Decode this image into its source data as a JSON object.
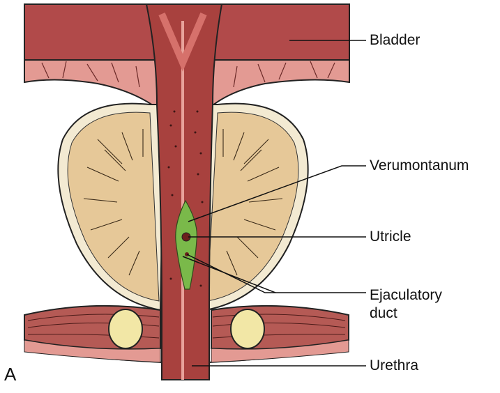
{
  "figure": {
    "panel_letter": "A",
    "labels": {
      "bladder": "Bladder",
      "verumontanum": "Verumontanum",
      "utricle": "Utricle",
      "ejaculatory_duct_line1": "Ejaculatory",
      "ejaculatory_duct_line2": "duct",
      "urethra": "Urethra"
    },
    "colors": {
      "bladder": "#b14a4a",
      "mucosa": "#e0908a",
      "prostate_lobe": "#e6c898",
      "prostate_outline": "#f3ead2",
      "urethra_wall": "#a8413e",
      "verumontanum": "#7ab94a",
      "seminal_nodule": "#f2e7a6",
      "muscle": "#b55a55"
    }
  }
}
